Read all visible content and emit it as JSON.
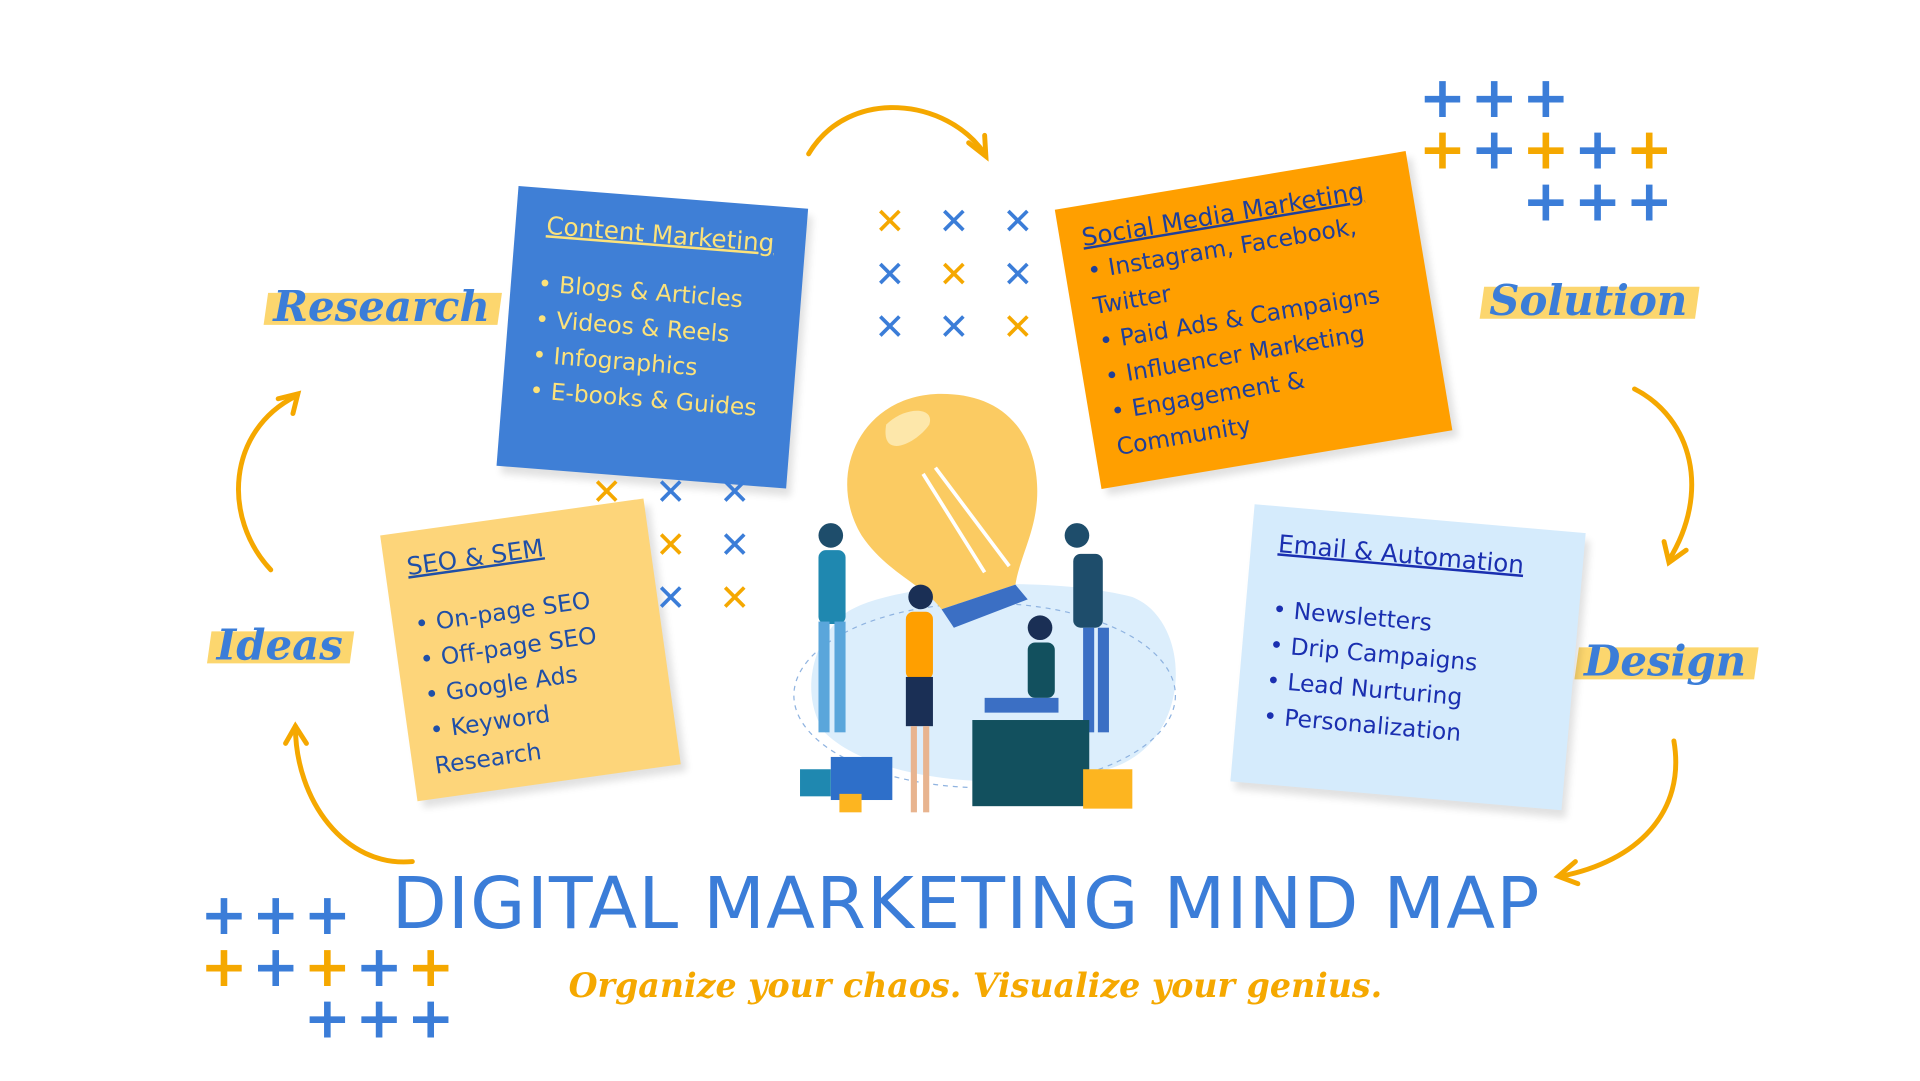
{
  "colors": {
    "blue": "#3F7FD6",
    "orange": "#FF9F00",
    "yellow": "#FDD57A",
    "light_blue": "#D5EBFC",
    "title": "#3B7DD8",
    "subtitle": "#F5A800"
  },
  "title": "DIGITAL MARKETING MIND MAP",
  "subtitle": "Organize your chaos. Visualize your genius.",
  "labels": {
    "research": "Research",
    "solution": "Solution",
    "ideas": "Ideas",
    "design": "Design"
  },
  "cards": {
    "content": {
      "heading": "Content Marketing",
      "items": [
        "Blogs & Articles",
        "Videos & Reels",
        "Infographics",
        "E-books & Guides"
      ]
    },
    "social": {
      "heading": "Social Media Marketing",
      "items": [
        "Instagram, Facebook, Twitter",
        "Paid Ads & Campaigns",
        "Influencer Marketing",
        "Engagement & Community"
      ]
    },
    "seo": {
      "heading": "SEO & SEM",
      "items": [
        "On-page SEO",
        "Off-page SEO",
        "Google Ads",
        "Keyword Research"
      ]
    },
    "email": {
      "heading": "Email & Automation",
      "items": [
        "Newsletters",
        "Drip Campaigns",
        "Lead Nurturing",
        "Personalization"
      ]
    }
  },
  "icons": {
    "center": "lightbulb-team-illustration",
    "marks": [
      "plus-icon",
      "cross-icon"
    ],
    "arrows": "curved-arrow-icon"
  }
}
